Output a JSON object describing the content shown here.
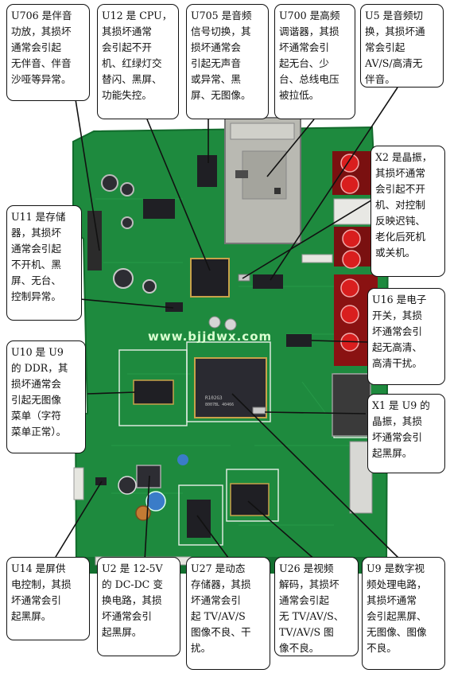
{
  "watermark": "www.bjjdwx.com",
  "colors": {
    "pcb": "#1e8a3e",
    "pcb_dark": "#137030",
    "chip": "#1f1f24",
    "tuner": "#b9b9b2",
    "rca_red": "#d91e1e",
    "rca_white": "#e8e8e4",
    "gold": "#c8a24a"
  },
  "chips": {
    "u9_mark_1": "R102G3",
    "u9_mark_2": "8007BL 40466"
  },
  "callouts": {
    "u706": "U706 是伴音\n功放，其损坏\n通常会引起\n无伴音、伴音\n沙哑等异常。",
    "u12": "U12 是 CPU，\n其损坏通常\n会引起不开\n机、红绿灯交\n替闪、黑屏、\n功能失控。",
    "u705": "U705 是音频\n信号切换，其\n损坏通常会\n引起无声音\n或异常、黑\n屏、无图像。",
    "u700": "U700 是高频\n调谐器，其损\n坏通常会引\n起无台、少\n台、总线电压\n被拉低。",
    "u5": "U5 是音频切\n换，其损坏通\n常会引起\nAV/S/高清无\n伴音。",
    "x2": "X2 是晶振，\n其损坏通常\n会引起不开\n机、对控制\n反映迟钝、\n老化后死机\n或关机。",
    "u11": "U11 是存储\n器，其损坏\n通常会引起\n不开机、黑\n屏、无台、\n控制异常。",
    "u16": "U16 是电子\n开关，其损\n坏通常会引\n起无高清、\n高清干扰。",
    "u10": "U10 是 U9\n的 DDR，其\n损坏通常会\n引起无图像\n菜单（字符\n菜单正常）。",
    "x1": "X1 是 U9 的\n晶振，其损\n坏通常会引\n起黑屏。",
    "u14": "U14 是屏供\n电控制，其损\n坏通常会引\n起黑屏。",
    "u2": "U2 是 12-5V\n的 DC-DC 变\n换电路，其损\n坏通常会引\n起黑屏。",
    "u27": "U27 是动态\n存储器，其损\n坏通常会引\n起 TV/AV/S\n图像不良、干\n扰。",
    "u26": "U26 是视频\n解码，其损坏\n通常会引起\n无 TV/AV/S、\nTV/AV/S 图\n像不良。",
    "u9": "U9 是数字视\n频处理电路，\n其损坏通常\n会引起黑屏、\n无图像、图像\n不良。"
  }
}
